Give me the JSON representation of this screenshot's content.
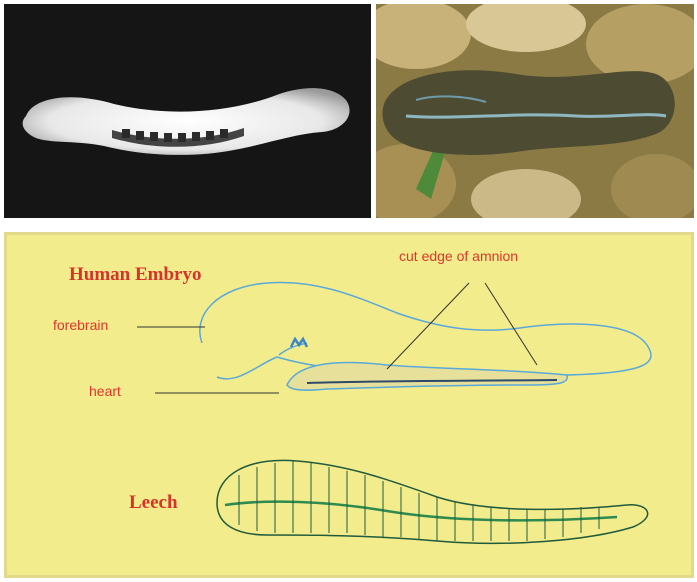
{
  "diagram": {
    "title_embryo": "Human Embryo",
    "title_leech": "Leech",
    "labels": {
      "amnion": "cut edge of amnion",
      "forebrain": "forebrain",
      "heart": "heart"
    }
  },
  "colors": {
    "panel_bg": "#f3ec8c",
    "label_red": "#e2352a",
    "outline_blue": "#5aa9d9",
    "outline_green": "#1f5b3c"
  }
}
